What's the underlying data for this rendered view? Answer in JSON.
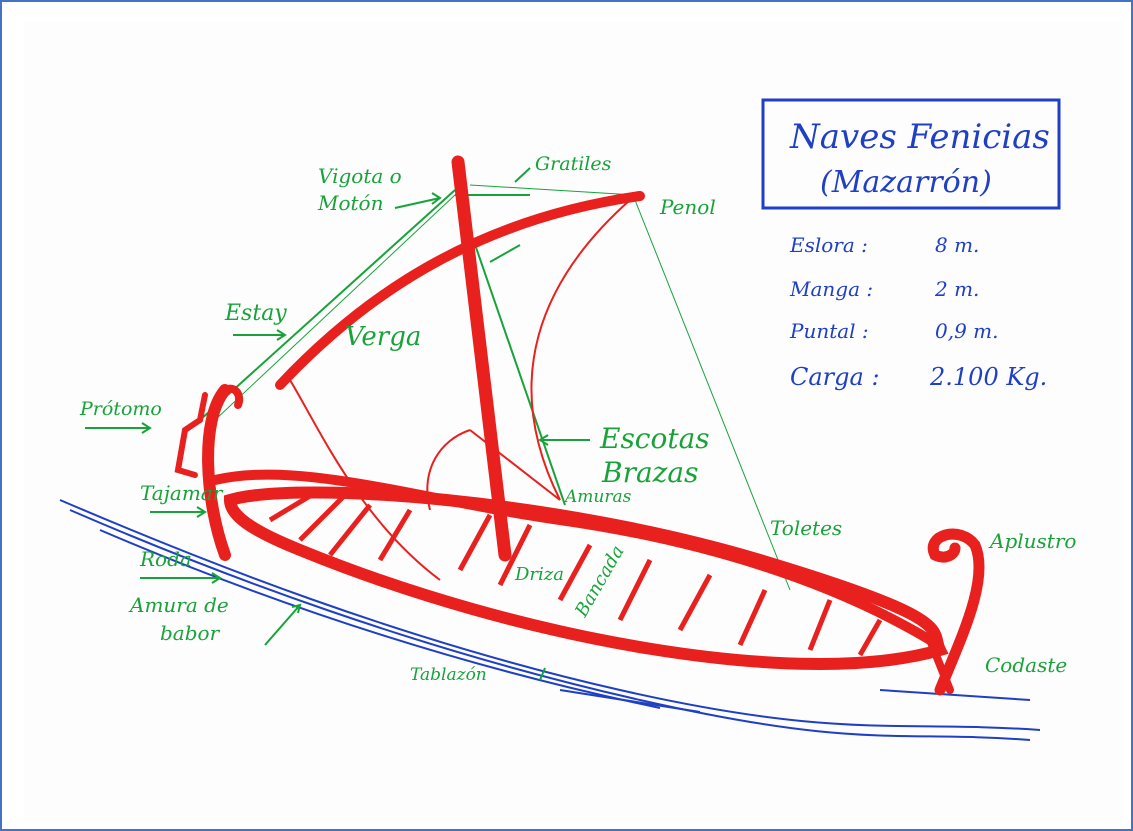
{
  "title_box": {
    "line1": "Naves Fenicias",
    "line2": "(Mazarrón)"
  },
  "specs": [
    {
      "label": "Eslora :",
      "value": "8 m."
    },
    {
      "label": "Manga :",
      "value": "2 m."
    },
    {
      "label": "Puntal :",
      "value": "0,9 m."
    },
    {
      "label": "Carga :",
      "value": "2.100 Kg."
    }
  ],
  "labels": {
    "vigota": "Vigota o",
    "motan": "Motón",
    "gratiles": "Gratiles",
    "penol": "Penol",
    "estay": "Estay",
    "verga": "Verga",
    "protomo": "Prótomo",
    "escotas": "Escotas",
    "brazas": "Brazas",
    "amuras": "Amuras",
    "tajamar": "Tajamar",
    "toletes": "Toletes",
    "aplustro": "Aplustro",
    "roda": "Roda",
    "driza": "Driza",
    "bancada": "Bancada",
    "amura_babor_1": "Amura de",
    "amura_babor_2": "babor",
    "codaste": "Codaste",
    "tablazon": "Tablazón"
  },
  "colors": {
    "hull": "#e8201e",
    "label_green": "#18a33a",
    "ink_blue": "#1f3fc4",
    "frame_blue": "#4472c4"
  }
}
